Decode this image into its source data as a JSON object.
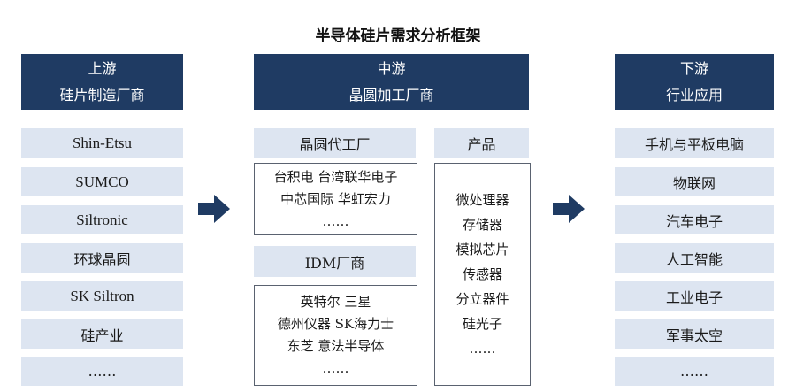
{
  "title": "半导体硅片需求分析框架",
  "upstream": {
    "header_line1": "上游",
    "header_line2": "硅片制造厂商",
    "items": [
      "Shin-Etsu",
      "SUMCO",
      "Siltronic",
      "环球晶圆",
      "SK Siltron",
      "硅产业",
      "……"
    ]
  },
  "midstream": {
    "header_line1": "中游",
    "header_line2": "晶圆加工厂商",
    "foundry_label": "晶圆代工厂",
    "foundry_lines": [
      "台积电 台湾联华电子",
      "中芯国际 华虹宏力",
      "……"
    ],
    "idm_label": "IDM厂商",
    "idm_lines": [
      "英特尔 三星",
      "德州仪器 SK海力士",
      "东芝 意法半导体",
      "……"
    ],
    "product_label": "产品",
    "product_lines": [
      "微处理器",
      "存储器",
      "模拟芯片",
      "传感器",
      "分立器件",
      "硅光子",
      "……"
    ]
  },
  "downstream": {
    "header_line1": "下游",
    "header_line2": "行业应用",
    "items": [
      "手机与平板电脑",
      "物联网",
      "汽车电子",
      "人工智能",
      "工业电子",
      "军事太空",
      "……"
    ]
  },
  "colors": {
    "header_bg": "#1f3b63",
    "cell_bg": "#dde5f1",
    "arrow": "#1f3b63"
  }
}
